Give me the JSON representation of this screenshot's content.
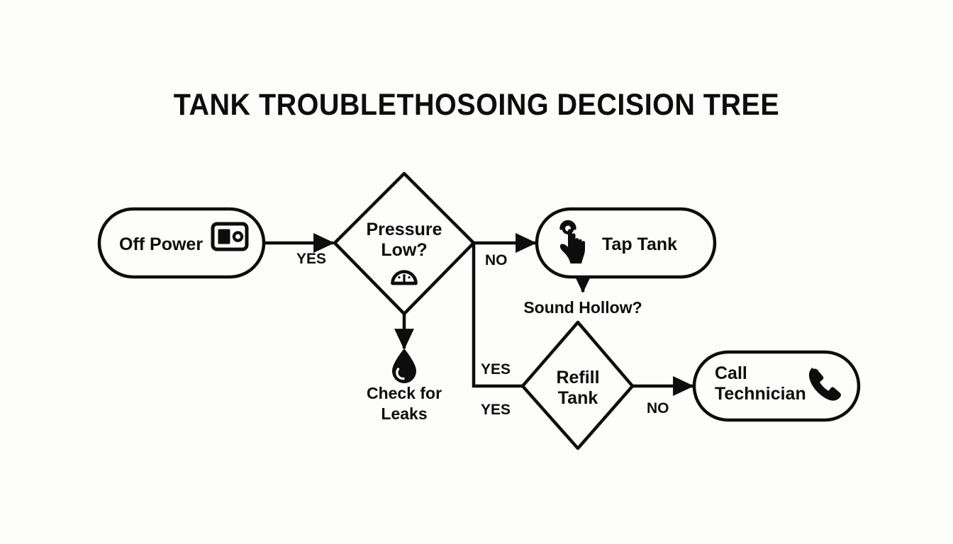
{
  "diagram": {
    "title": "TANK TROUBLETHOSOING DECISION TREE",
    "type": "flowchart-decision-tree",
    "background_color": "#fdfdfc",
    "line_color": "#0d0d0d",
    "nodes": [
      {
        "id": "off-power",
        "label": "Off Power",
        "shape": "rounded-rectangle",
        "icon": "toggle-switch-icon"
      },
      {
        "id": "pressure-low",
        "label_line1": "Pressure",
        "label_line2": "Low?",
        "shape": "diamond",
        "icon": "gauge-icon"
      },
      {
        "id": "tap-tank",
        "label": "Tap Tank",
        "shape": "rounded-rectangle",
        "icon": "tap-gesture-icon"
      },
      {
        "id": "check-for-leaks",
        "label_line1": "Check for",
        "label_line2": "Leaks",
        "shape": "none",
        "icon": "water-droplet-icon"
      },
      {
        "id": "sound-hollow",
        "label": "Sound Hollow?",
        "shape": "none",
        "icon": null
      },
      {
        "id": "refill-tank",
        "label_line1": "Refill",
        "label_line2": "Tank",
        "shape": "diamond",
        "icon": null
      },
      {
        "id": "call-technician",
        "label_line1": "Call",
        "label_line2": "Technician",
        "shape": "rounded-rectangle",
        "icon": "phone-handset-icon"
      }
    ],
    "edges": [
      {
        "id": "edge-offpower-pressure",
        "from": "off-power",
        "to": "pressure-low",
        "label": "YES"
      },
      {
        "id": "edge-pressure-taptank",
        "from": "pressure-low",
        "to": "tap-tank",
        "label": "NO"
      },
      {
        "id": "edge-pressure-leaks",
        "from": "pressure-low",
        "to": "check-for-leaks",
        "label": ""
      },
      {
        "id": "edge-pressure-refill",
        "from": "pressure-low",
        "to": "refill-tank",
        "label": "YES"
      },
      {
        "id": "edge-refill-left",
        "from": "sound-hollow",
        "to": "refill-tank",
        "label": "YES"
      },
      {
        "id": "edge-taptank-soundhollow",
        "from": "tap-tank",
        "to": "sound-hollow",
        "label": ""
      },
      {
        "id": "edge-refill-calltech",
        "from": "refill-tank",
        "to": "call-technician",
        "label": "NO"
      }
    ]
  }
}
